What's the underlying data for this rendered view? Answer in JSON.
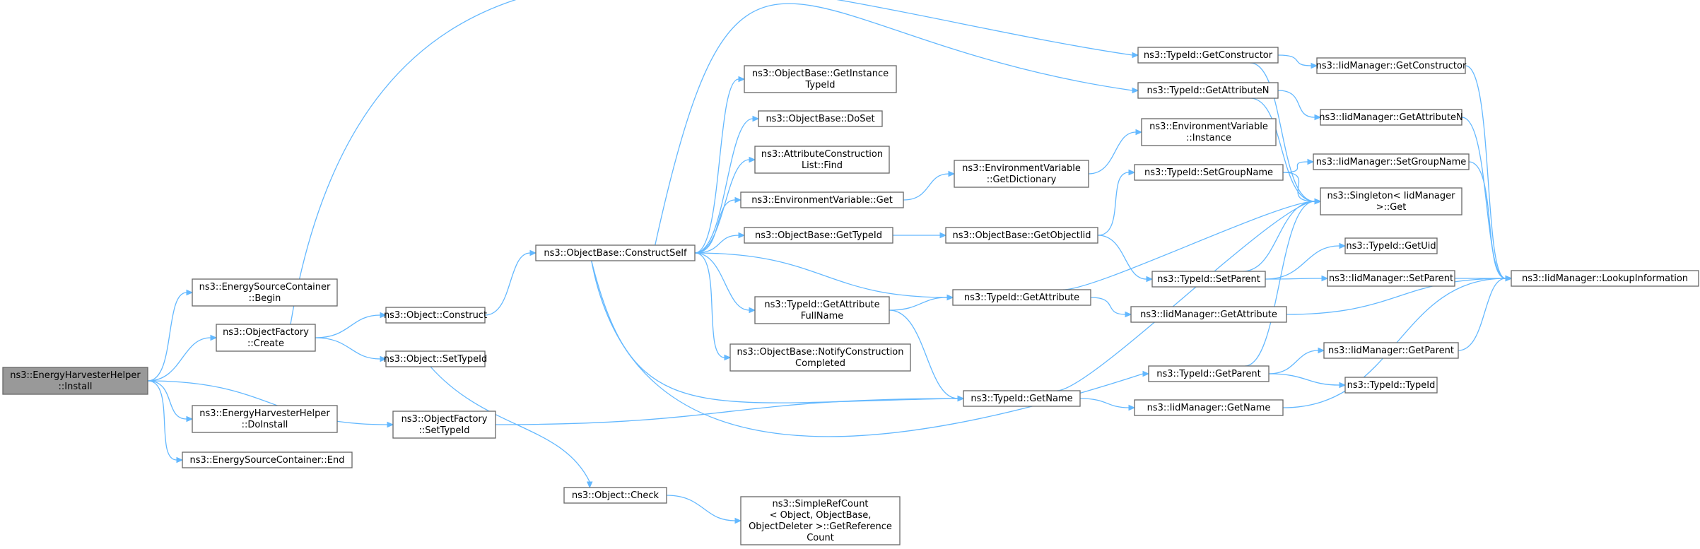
{
  "nodes": {
    "install": [
      "ns3::EnergyHarvesterHelper",
      "::Install"
    ],
    "esc_begin": [
      "ns3::EnergySourceContainer",
      "::Begin"
    ],
    "of_create": [
      "ns3::ObjectFactory",
      "::Create"
    ],
    "ehh_doinstall": [
      "ns3::EnergyHarvesterHelper",
      "::DoInstall"
    ],
    "esc_end": [
      "ns3::EnergySourceContainer::End"
    ],
    "obj_construct": [
      "ns3::Object::Construct"
    ],
    "obj_settypeid": [
      "ns3::Object::SetTypeId"
    ],
    "of_settypeid": [
      "ns3::ObjectFactory",
      "::SetTypeId"
    ],
    "ob_constructself": [
      "ns3::ObjectBase::ConstructSelf"
    ],
    "obj_check": [
      "ns3::Object::Check"
    ],
    "ob_getinstancetypeid": [
      "ns3::ObjectBase::GetInstance",
      "TypeId"
    ],
    "ob_doset": [
      "ns3::ObjectBase::DoSet"
    ],
    "acl_find": [
      "ns3::AttributeConstruction",
      "List::Find"
    ],
    "ev_get": [
      "ns3::EnvironmentVariable::Get"
    ],
    "ob_gettypeid": [
      "ns3::ObjectBase::GetTypeId"
    ],
    "tid_getattrfullname": [
      "ns3::TypeId::GetAttribute",
      "FullName"
    ],
    "ob_notify": [
      "ns3::ObjectBase::NotifyConstruction",
      "Completed"
    ],
    "src_getrefcount": [
      "ns3::SimpleRefCount",
      "< Object, ObjectBase,",
      "ObjectDeleter >::GetReference",
      "Count"
    ],
    "ev_getdict": [
      "ns3::EnvironmentVariable",
      "::GetDictionary"
    ],
    "ob_getobjectiid": [
      "ns3::ObjectBase::GetObjectIid"
    ],
    "tid_getattribute": [
      "ns3::TypeId::GetAttribute"
    ],
    "tid_getname": [
      "ns3::TypeId::GetName"
    ],
    "tid_getconstructor": [
      "ns3::TypeId::GetConstructor"
    ],
    "tid_getattributen": [
      "ns3::TypeId::GetAttributeN"
    ],
    "ev_instance": [
      "ns3::EnvironmentVariable",
      "::Instance"
    ],
    "tid_setgroupname": [
      "ns3::TypeId::SetGroupName"
    ],
    "tid_setparent": [
      "ns3::TypeId::SetParent"
    ],
    "iid_getattribute": [
      "ns3::IidManager::GetAttribute"
    ],
    "tid_getparent": [
      "ns3::TypeId::GetParent"
    ],
    "iid_getname": [
      "ns3::IidManager::GetName"
    ],
    "iid_getconstructor": [
      "ns3::IidManager::GetConstructor"
    ],
    "iid_getattributen": [
      "ns3::IidManager::GetAttributeN"
    ],
    "iid_setgroupname": [
      "ns3::IidManager::SetGroupName"
    ],
    "singleton_get": [
      "ns3::Singleton< IidManager",
      ">::Get"
    ],
    "tid_getuid": [
      "ns3::TypeId::GetUid"
    ],
    "iid_setparent": [
      "ns3::IidManager::SetParent"
    ],
    "iid_getparent": [
      "ns3::IidManager::GetParent"
    ],
    "tid_typeid": [
      "ns3::TypeId::TypeId"
    ],
    "iid_lookupinfo": [
      "ns3::IidManager::LookupInformation"
    ]
  },
  "edges": [
    [
      "install",
      "esc_begin"
    ],
    [
      "install",
      "of_create"
    ],
    [
      "install",
      "ehh_doinstall"
    ],
    [
      "install",
      "esc_end"
    ],
    [
      "install",
      "of_settypeid"
    ],
    [
      "of_create",
      "obj_construct"
    ],
    [
      "of_create",
      "obj_settypeid"
    ],
    [
      "of_create",
      "tid_getconstructor"
    ],
    [
      "obj_construct",
      "ob_constructself"
    ],
    [
      "obj_settypeid",
      "obj_check"
    ],
    [
      "of_settypeid",
      "tid_getname"
    ],
    [
      "obj_check",
      "src_getrefcount"
    ],
    [
      "ob_constructself",
      "ob_getinstancetypeid"
    ],
    [
      "ob_constructself",
      "ob_doset"
    ],
    [
      "ob_constructself",
      "acl_find"
    ],
    [
      "ob_constructself",
      "ev_get"
    ],
    [
      "ob_constructself",
      "ob_gettypeid"
    ],
    [
      "ob_constructself",
      "tid_getattrfullname"
    ],
    [
      "ob_constructself",
      "ob_notify"
    ],
    [
      "ob_constructself",
      "tid_getattributen"
    ],
    [
      "ob_constructself",
      "tid_getattribute"
    ],
    [
      "ob_constructself",
      "tid_getname"
    ],
    [
      "ob_constructself",
      "tid_getparent"
    ],
    [
      "ev_get",
      "ev_getdict"
    ],
    [
      "ev_getdict",
      "ev_instance"
    ],
    [
      "ob_gettypeid",
      "ob_getobjectiid"
    ],
    [
      "ob_getobjectiid",
      "tid_setgroupname"
    ],
    [
      "ob_getobjectiid",
      "tid_setparent"
    ],
    [
      "tid_getattrfullname",
      "tid_getattribute"
    ],
    [
      "tid_getattrfullname",
      "tid_getname"
    ],
    [
      "tid_getattribute",
      "iid_getattribute"
    ],
    [
      "tid_getattribute",
      "singleton_get"
    ],
    [
      "tid_getname",
      "iid_getname"
    ],
    [
      "tid_getname",
      "singleton_get"
    ],
    [
      "tid_getconstructor",
      "iid_getconstructor"
    ],
    [
      "tid_getconstructor",
      "singleton_get"
    ],
    [
      "tid_getattributen",
      "iid_getattributen"
    ],
    [
      "tid_getattributen",
      "singleton_get"
    ],
    [
      "tid_setgroupname",
      "iid_setgroupname"
    ],
    [
      "tid_setgroupname",
      "singleton_get"
    ],
    [
      "tid_setparent",
      "tid_getuid"
    ],
    [
      "tid_setparent",
      "iid_setparent"
    ],
    [
      "tid_setparent",
      "singleton_get"
    ],
    [
      "tid_getparent",
      "iid_getparent"
    ],
    [
      "tid_getparent",
      "tid_typeid"
    ],
    [
      "tid_getparent",
      "singleton_get"
    ],
    [
      "iid_getconstructor",
      "iid_lookupinfo"
    ],
    [
      "iid_getattributen",
      "iid_lookupinfo"
    ],
    [
      "iid_setgroupname",
      "iid_lookupinfo"
    ],
    [
      "iid_setparent",
      "iid_lookupinfo"
    ],
    [
      "iid_getattribute",
      "iid_lookupinfo"
    ],
    [
      "iid_getparent",
      "iid_lookupinfo"
    ],
    [
      "iid_getname",
      "iid_lookupinfo"
    ]
  ],
  "colors": {
    "edge": "#63b8ff",
    "node_border": "#666666",
    "root_fill": "#999999"
  }
}
